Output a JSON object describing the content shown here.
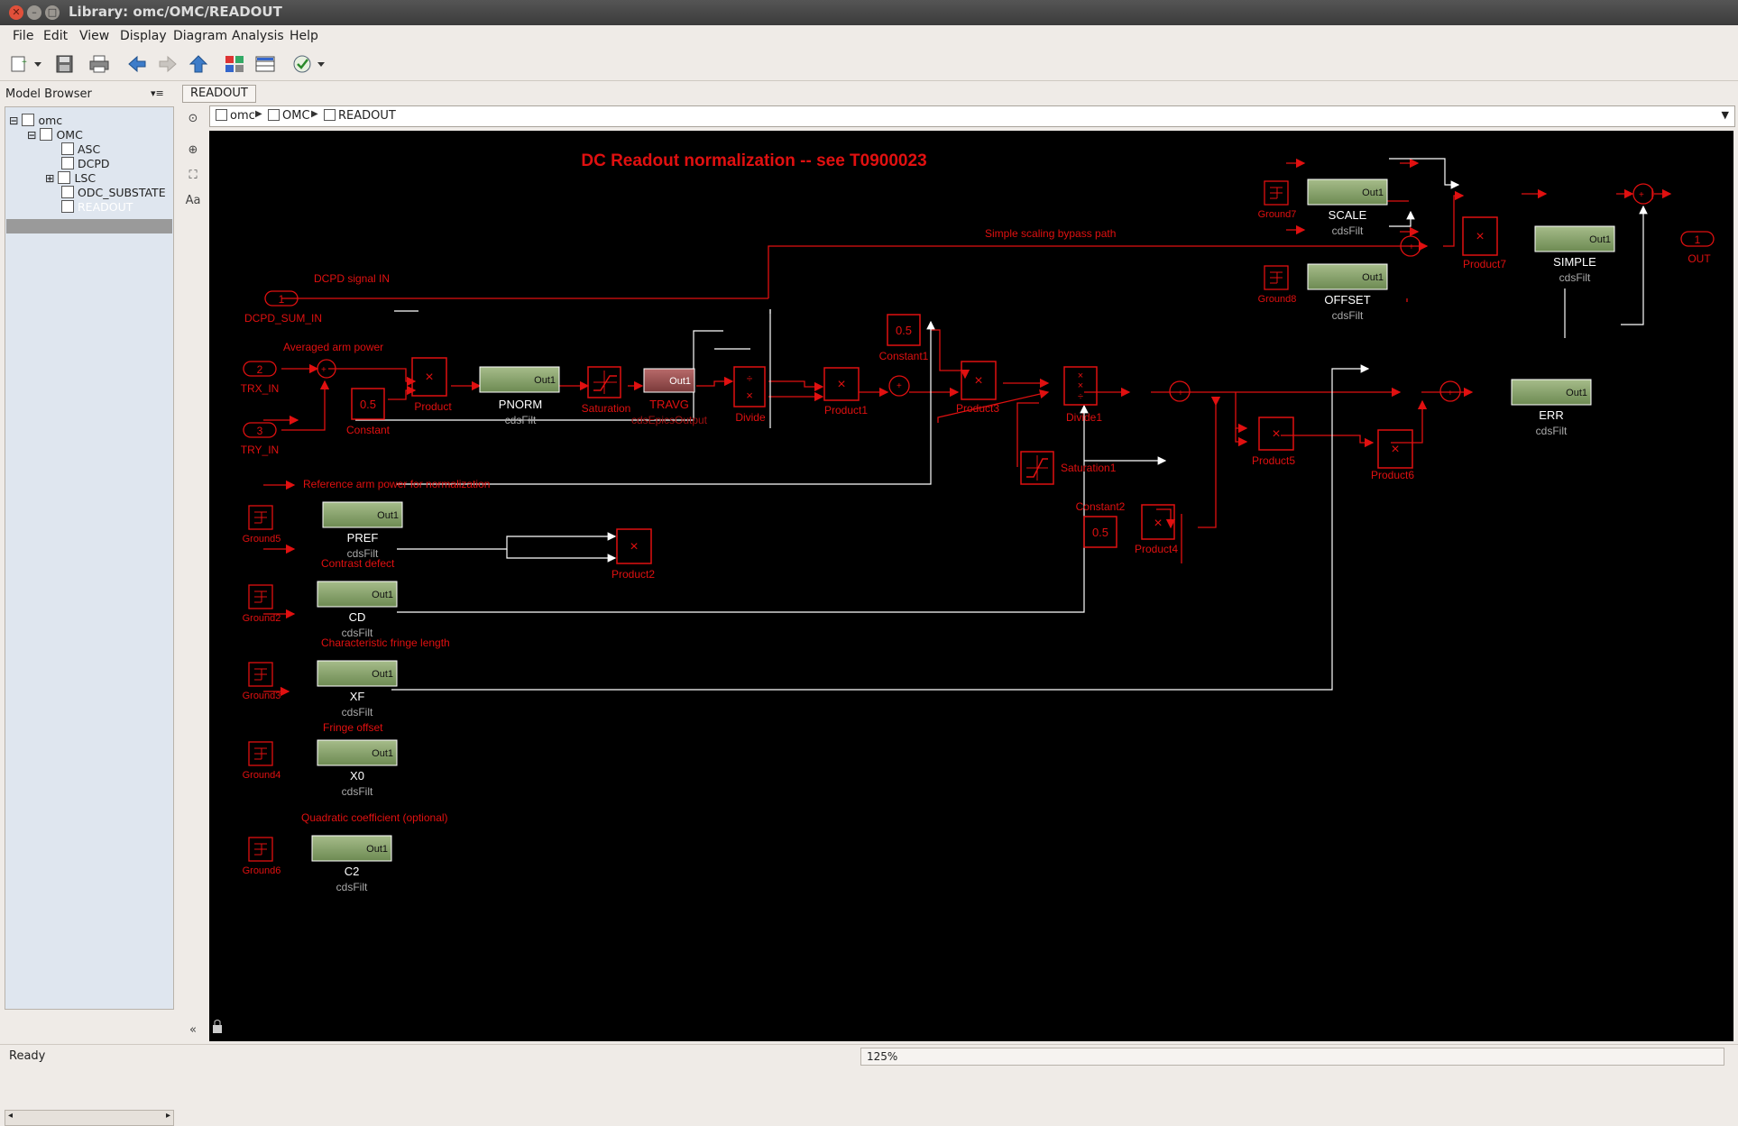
{
  "window": {
    "title": "Library: omc/OMC/READOUT"
  },
  "menu": [
    "File",
    "Edit",
    "View",
    "Display",
    "Diagram",
    "Analysis",
    "Help"
  ],
  "sidebar": {
    "header": "Model Browser",
    "tree": [
      {
        "label": "omc",
        "depth": 0
      },
      {
        "label": "OMC",
        "depth": 1
      },
      {
        "label": "ASC",
        "depth": 2
      },
      {
        "label": "DCPD",
        "depth": 2
      },
      {
        "label": "LSC",
        "depth": 2
      },
      {
        "label": "ODC_SUBSTATE",
        "depth": 2
      },
      {
        "label": "READOUT",
        "depth": 2,
        "selected": true
      }
    ]
  },
  "tab": {
    "label": "READOUT"
  },
  "breadcrumb": [
    "omc",
    "OMC",
    "READOUT"
  ],
  "status": {
    "text": "Ready",
    "zoom": "125%"
  },
  "diagram": {
    "title": "DC Readout normalization -- see T0900023",
    "annotations": {
      "dcpd_signal": "DCPD signal IN",
      "avg_arm": "Averaged arm power",
      "ref_arm": "Reference arm power for normalization",
      "contrast": "Contrast defect",
      "fringe_len": "Characteristic fringe length",
      "fringe_off": "Fringe offset",
      "quad": "Quadratic coefficient (optional)",
      "bypass": "Simple scaling bypass path"
    },
    "ports": {
      "in1_num": "1",
      "in1_name": "DCPD_SUM_IN",
      "in2_num": "2",
      "in2_name": "TRX_IN",
      "in3_num": "3",
      "in3_name": "TRY_IN",
      "out_num": "1",
      "out_name": "OUT"
    },
    "constants": {
      "constant": "0.5",
      "constant_name": "Constant",
      "constant1": "0.5",
      "constant1_name": "Constant1",
      "constant2": "0.5",
      "constant2_name": "Constant2"
    },
    "filters": [
      {
        "key": "pnorm",
        "name": "PNORM",
        "type": "cdsFilt",
        "port": "Out1"
      },
      {
        "key": "travg",
        "name": "TRAVG",
        "type": "cdsEpicsOutput",
        "port": "Out1"
      },
      {
        "key": "pref",
        "name": "PREF",
        "type": "cdsFilt",
        "port": "Out1"
      },
      {
        "key": "cd",
        "name": "CD",
        "type": "cdsFilt",
        "port": "Out1"
      },
      {
        "key": "xf",
        "name": "XF",
        "type": "cdsFilt",
        "port": "Out1"
      },
      {
        "key": "x0",
        "name": "X0",
        "type": "cdsFilt",
        "port": "Out1"
      },
      {
        "key": "c2",
        "name": "C2",
        "type": "cdsFilt",
        "port": "Out1"
      },
      {
        "key": "scale",
        "name": "SCALE",
        "type": "cdsFilt",
        "port": "Out1"
      },
      {
        "key": "offset",
        "name": "OFFSET",
        "type": "cdsFilt",
        "port": "Out1"
      },
      {
        "key": "simple",
        "name": "SIMPLE",
        "type": "cdsFilt",
        "port": "Out1"
      },
      {
        "key": "err",
        "name": "ERR",
        "type": "cdsFilt",
        "port": "Out1"
      }
    ],
    "blocks": {
      "product": "Product",
      "product1": "Product1",
      "product2": "Product2",
      "product3": "Product3",
      "product4": "Product4",
      "product5": "Product5",
      "product6": "Product6",
      "product7": "Product7",
      "divide": "Divide",
      "divide1": "Divide1",
      "saturation": "Saturation",
      "saturation1": "Saturation1",
      "ground2": "Ground2",
      "ground3": "Ground3",
      "ground4": "Ground4",
      "ground5": "Ground5",
      "ground6": "Ground6",
      "ground7": "Ground7",
      "ground8": "Ground8"
    },
    "colors": {
      "red": "#e01010",
      "filter": "#8aa36c"
    }
  }
}
